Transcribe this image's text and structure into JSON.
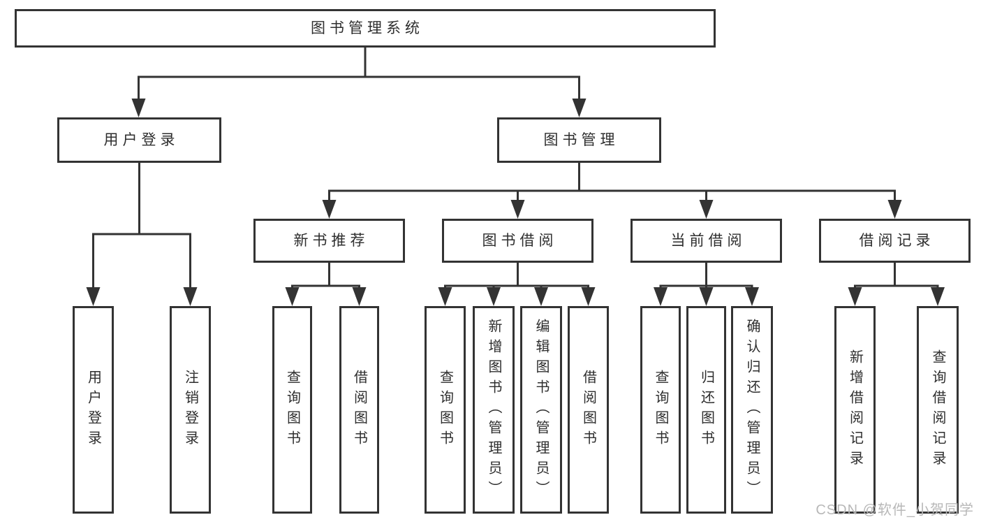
{
  "tree": {
    "root": "图书管理系统",
    "children": [
      {
        "label": "用户登录",
        "children": [
          "用户登录",
          "注销登录"
        ]
      },
      {
        "label": "图书管理",
        "children": [
          {
            "label": "新书推荐",
            "children": [
              "查询图书",
              "借阅图书"
            ]
          },
          {
            "label": "图书借阅",
            "children": [
              "查询图书",
              "新增图书（管理员）",
              "编辑图书（管理员）",
              "借阅图书"
            ]
          },
          {
            "label": "当前借阅",
            "children": [
              "查询图书",
              "归还图书",
              "确认归还（管理员）"
            ]
          },
          {
            "label": "借阅记录",
            "children": [
              "新增借阅记录",
              "查询借阅记录"
            ]
          }
        ]
      }
    ]
  },
  "watermark": {
    "text": "CSDN @软件_小贺同学"
  },
  "colors": {
    "line": "#333333",
    "text": "#2e2e2e",
    "watermark": "#b8b8b8",
    "background": "#ffffff"
  }
}
